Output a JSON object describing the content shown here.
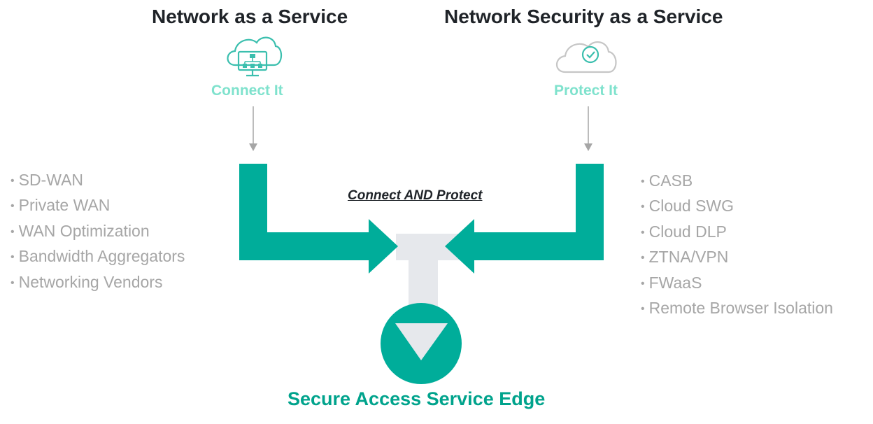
{
  "headings": {
    "left": "Network as a Service",
    "right": "Network Security as a Service"
  },
  "captions": {
    "left": "Connect It",
    "right": "Protect It"
  },
  "icons": {
    "left": "cloud-network-icon",
    "right": "cloud-check-icon"
  },
  "left_list": [
    "SD-WAN",
    "Private WAN",
    "WAN Optimization",
    "Bandwidth Aggregators",
    "Networking Vendors"
  ],
  "right_list": [
    "CASB",
    "Cloud SWG",
    "Cloud DLP",
    "ZTNA/VPN",
    "FWaaS",
    "Remote Browser Isolation"
  ],
  "center_label": "Connect AND Protect",
  "result_title": "Secure Access Service Edge",
  "bullet": "•",
  "colors": {
    "teal": "#00ad9a",
    "mint": "#7fe2cd",
    "gray_text": "#a6a6a6",
    "arrow_gray": "#e6e8ec",
    "dark": "#1f2328"
  }
}
